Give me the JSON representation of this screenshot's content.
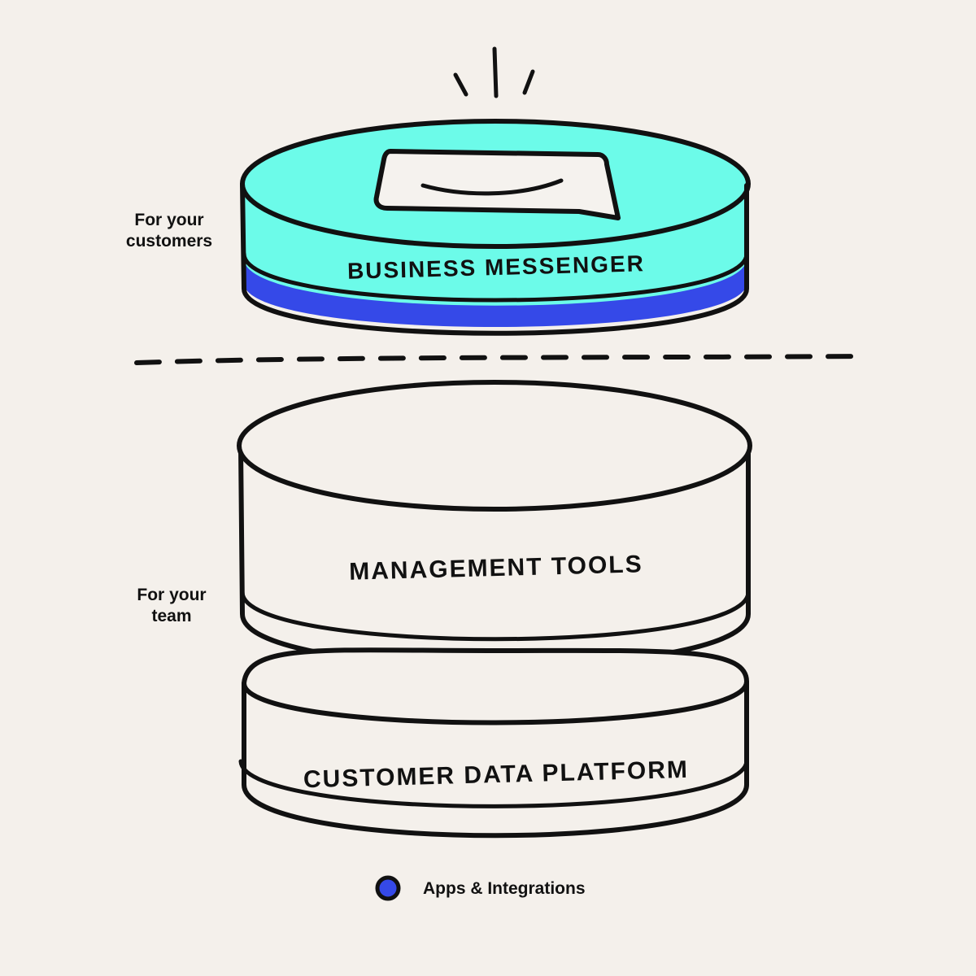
{
  "labels": {
    "customers": "For your\ncustomers",
    "team": "For your\nteam"
  },
  "layers": {
    "messenger": "BUSINESS MESSENGER",
    "management": "MANAGEMENT TOOLS",
    "cdp": "CUSTOMER DATA PLATFORM"
  },
  "legend": {
    "label": "Apps & Integrations"
  },
  "colors": {
    "background": "#f4f0eb",
    "messenger_top": "#6cfbe9",
    "apps_band": "#3549e8",
    "chat_bubble": "#f5f2ee",
    "outline": "#111111"
  },
  "icons": {
    "messenger_top": "chat-bubble-icon",
    "legend": "blue-dot-icon"
  }
}
